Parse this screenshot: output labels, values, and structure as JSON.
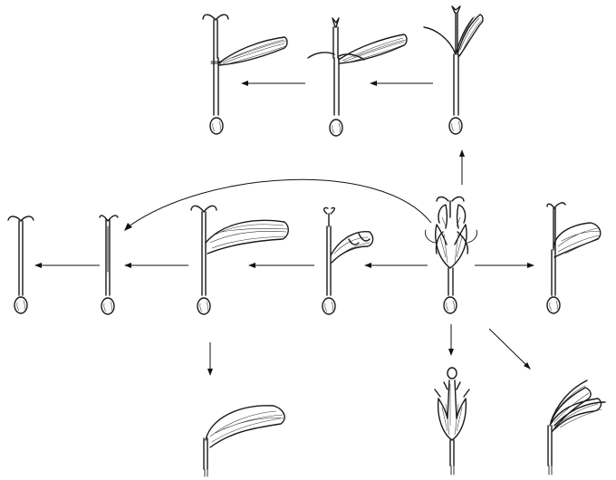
{
  "figure": {
    "background": "#ffffff",
    "ink": "#1a1a1a",
    "description_labels": [],
    "stages": [
      {
        "id": "top-left",
        "icon": "seedling-bifid-style-petals-icon"
      },
      {
        "id": "top-middle",
        "icon": "seedling-two-branch-petals-icon"
      },
      {
        "id": "top-right",
        "icon": "seedling-fork-closed-petals-icon"
      },
      {
        "id": "mid-far-left",
        "icon": "seedling-bare-stalk-icon"
      },
      {
        "id": "mid-left",
        "icon": "seedling-bare-stalk-split-icon"
      },
      {
        "id": "mid-center",
        "icon": "seedling-open-petals-icon"
      },
      {
        "id": "mid-center-right",
        "icon": "seedling-curled-petals-icon"
      },
      {
        "id": "center-hub",
        "icon": "flower-full-bloom-icon"
      },
      {
        "id": "mid-far-right",
        "icon": "seedling-sheathed-bud-icon"
      },
      {
        "id": "bottom-left",
        "icon": "seedling-drooping-petals-icon"
      },
      {
        "id": "bottom-center",
        "icon": "flower-upright-bracts-icon"
      },
      {
        "id": "bottom-right",
        "icon": "flower-spread-petals-icon"
      }
    ]
  }
}
